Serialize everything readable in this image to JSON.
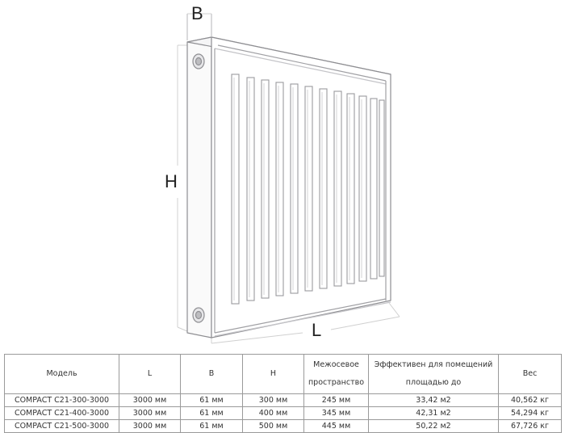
{
  "drawing": {
    "title": "Radiator dimension diagram",
    "dimension_labels": {
      "width": "B",
      "height": "H",
      "length": "L"
    },
    "fin_count": 13
  },
  "specs_table": {
    "headers": [
      {
        "key": "model",
        "label": "Модель"
      },
      {
        "key": "L",
        "label": "L"
      },
      {
        "key": "B",
        "label": "B"
      },
      {
        "key": "H",
        "label": "H"
      },
      {
        "key": "center",
        "label_line1": "Межосевое",
        "label_line2": "пространство"
      },
      {
        "key": "area",
        "label_line1": "Эффективен для помещений",
        "label_line2": "площадью до"
      },
      {
        "key": "weight",
        "label": "Вес"
      }
    ],
    "rows": [
      [
        "COMPACT C21-300-3000",
        "3000 мм",
        "61 мм",
        "300 мм",
        "245 мм",
        "33,42 м2",
        "40,562 кг"
      ],
      [
        "COMPACT C21-400-3000",
        "3000 мм",
        "61 мм",
        "400 мм",
        "345 мм",
        "42,31 м2",
        "54,294 кг"
      ],
      [
        "COMPACT C21-500-3000",
        "3000 мм",
        "61 мм",
        "500 мм",
        "445 мм",
        "50,22 м2",
        "67,726 кг"
      ]
    ]
  }
}
